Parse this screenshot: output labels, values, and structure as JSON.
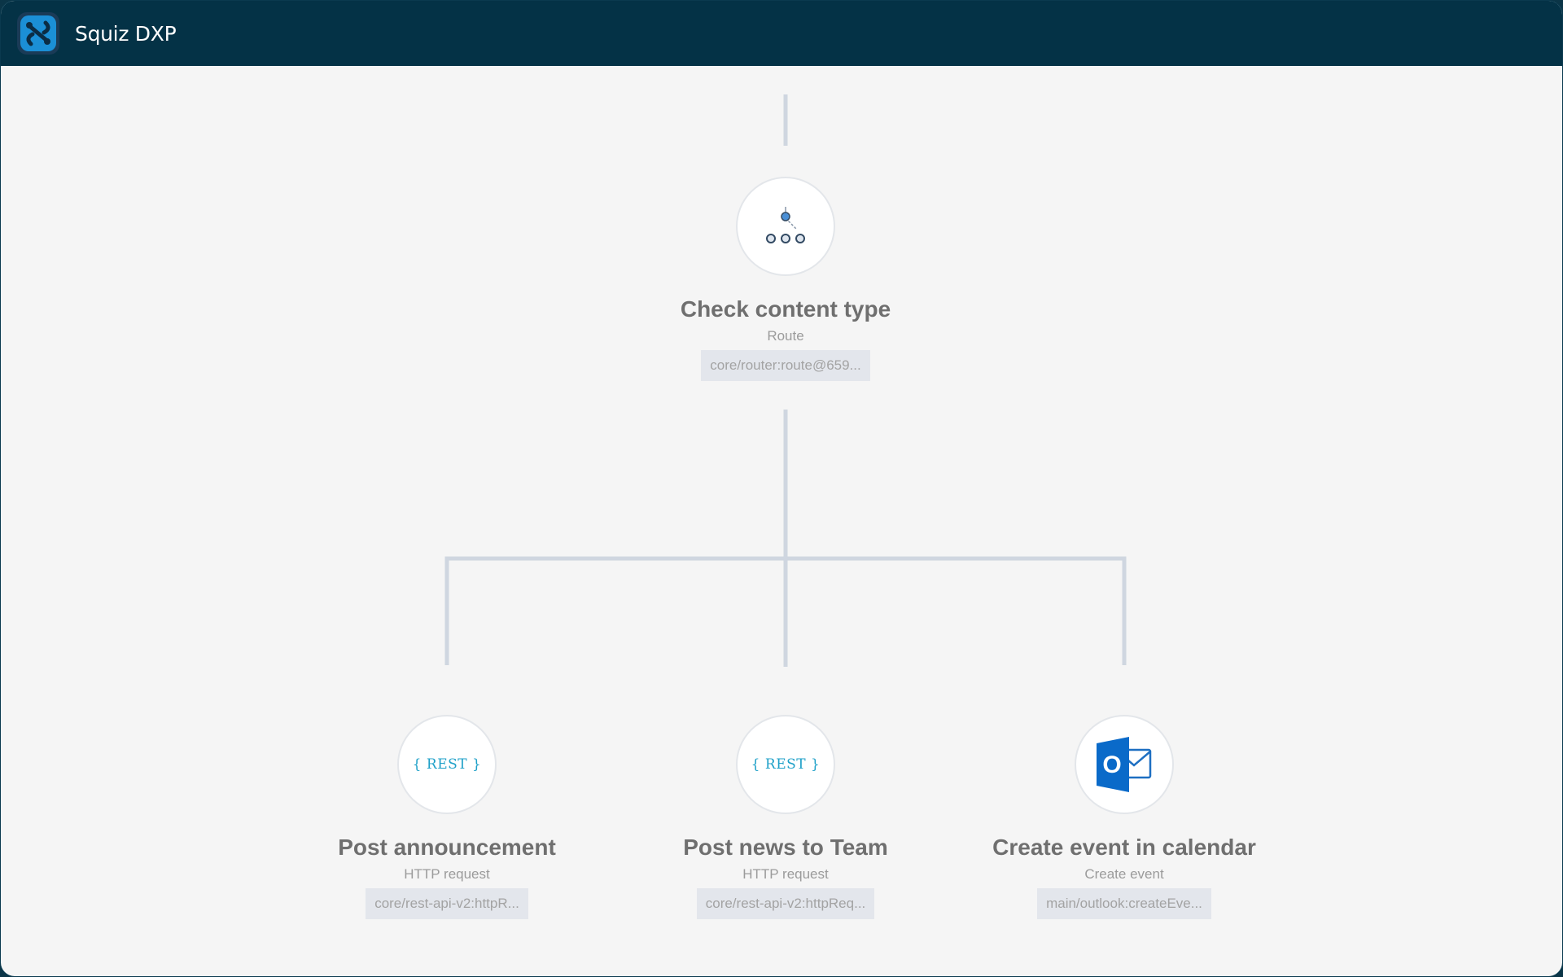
{
  "app": {
    "title": "Squiz DXP",
    "logo_icon": "squiz-logo-icon"
  },
  "colors": {
    "titlebar": "#043246",
    "canvas": "#f5f5f5",
    "connector": "#cfd6e0",
    "rest_accent": "#1ea0c8",
    "outlook_blue": "#0a6ac9"
  },
  "workflow": {
    "root": {
      "title": "Check content type",
      "type": "Route",
      "id": "core/router:route@659...",
      "icon": "router-icon"
    },
    "children": [
      {
        "title": "Post announcement",
        "type": "HTTP request",
        "id": "core/rest-api-v2:httpR...",
        "icon": "rest-api-icon",
        "icon_text": "{ REST }"
      },
      {
        "title": "Post news to Team",
        "type": "HTTP request",
        "id": "core/rest-api-v2:httpReq...",
        "icon": "rest-api-icon",
        "icon_text": "{ REST }"
      },
      {
        "title": "Create event in calendar",
        "type": "Create event",
        "id": "main/outlook:createEve...",
        "icon": "outlook-icon",
        "icon_text": "O"
      }
    ]
  }
}
